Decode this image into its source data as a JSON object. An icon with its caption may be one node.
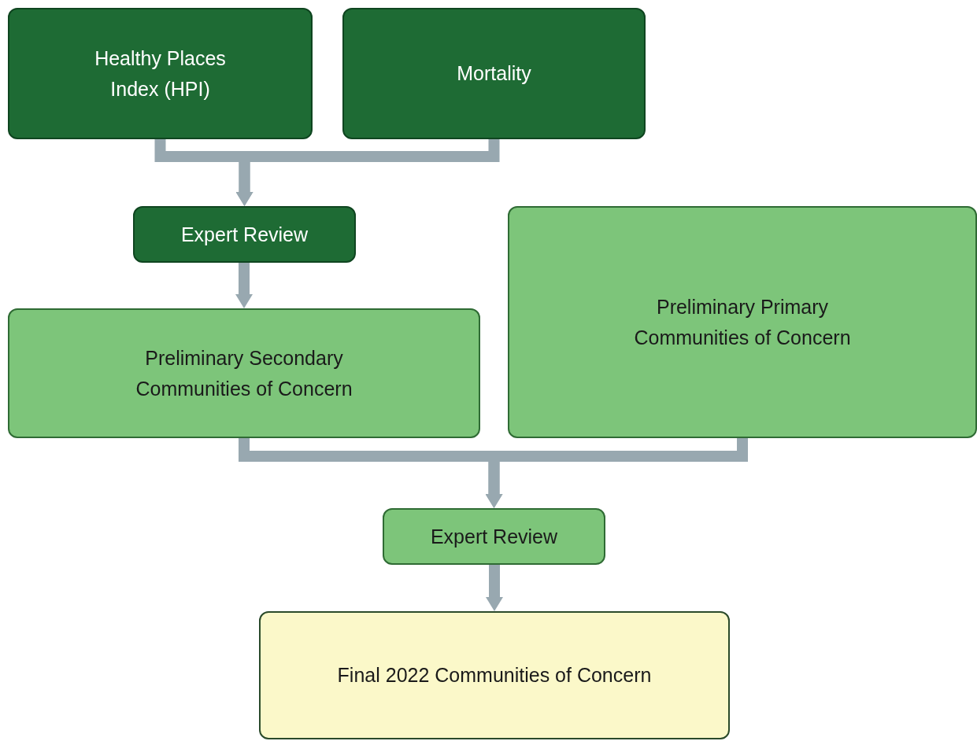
{
  "diagram": {
    "nodes": [
      {
        "text": [
          "Healthy Places Index (HPI)"
        ]
      },
      {
        "text": [
          "Mortality"
        ]
      },
      {
        "text": [
          "Expert Review"
        ]
      },
      {
        "text": [
          "Preliminary Secondary Communities of Concern"
        ]
      },
      {
        "text": [
          "Preliminary Primary Communities of Concern"
        ]
      },
      {
        "text": [
          "Expert Review"
        ]
      },
      {
        "text": [
          "Final 2022 Communities of Concern"
        ]
      }
    ],
    "edges": [
      {
        "from": 0,
        "to": 2,
        "arrow": "to"
      },
      {
        "from": 1,
        "to": 2,
        "arrow": "to"
      },
      {
        "from": 2,
        "to": 3,
        "arrow": "to"
      },
      {
        "from": 3,
        "to": 5,
        "arrow": "to"
      },
      {
        "from": 4,
        "to": 5,
        "arrow": "to"
      },
      {
        "from": 5,
        "to": 6,
        "arrow": "to"
      }
    ]
  }
}
